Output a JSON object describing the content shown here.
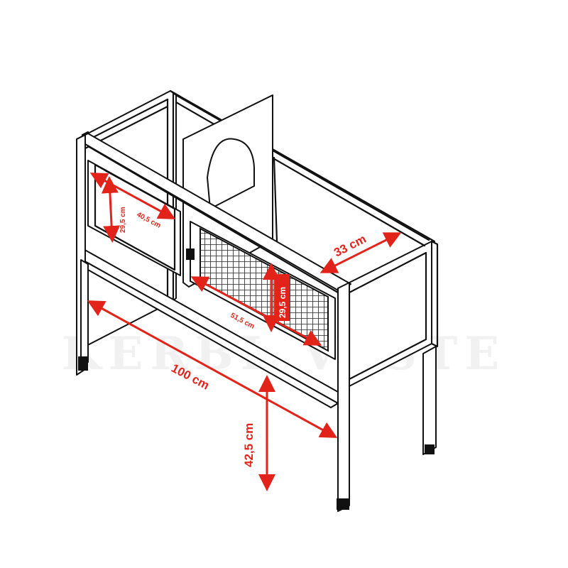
{
  "watermark": "KERBL VASTE",
  "colors": {
    "dimension": "#e2231a",
    "outline": "#111111",
    "mesh": "#3a3a3a"
  },
  "dimensions": {
    "total_width": "100 cm",
    "depth": "33 cm",
    "leg_height": "42,5 cm",
    "front_door_width": "51,5 cm",
    "front_door_height": "29,5 cm",
    "top_door_width": "40,5 cm",
    "top_door_height": "29,5 cm"
  }
}
